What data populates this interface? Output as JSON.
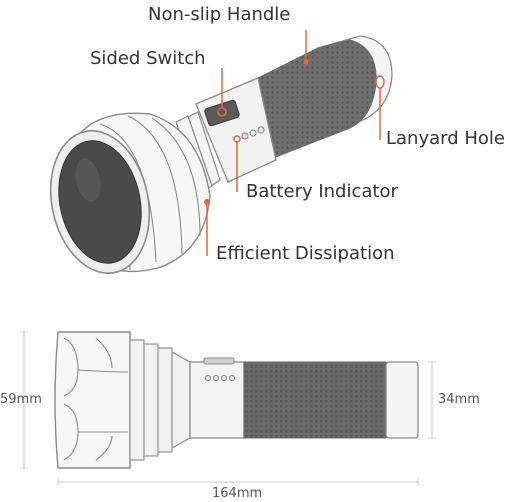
{
  "callouts": {
    "non_slip_handle": "Non-slip Handle",
    "sided_switch": "Sided Switch",
    "lanyard_hole": "Lanyard Hole",
    "battery_indicator": "Battery Indicator",
    "efficient_dissipation": "Efficient Dissipation"
  },
  "dimensions": {
    "head_diameter": "59mm",
    "body_diameter": "34mm",
    "total_length": "164mm"
  },
  "colors": {
    "accent": "#e0683a",
    "outline": "#7a7a7a",
    "grip": "#6b6b6b",
    "text": "#333333"
  }
}
